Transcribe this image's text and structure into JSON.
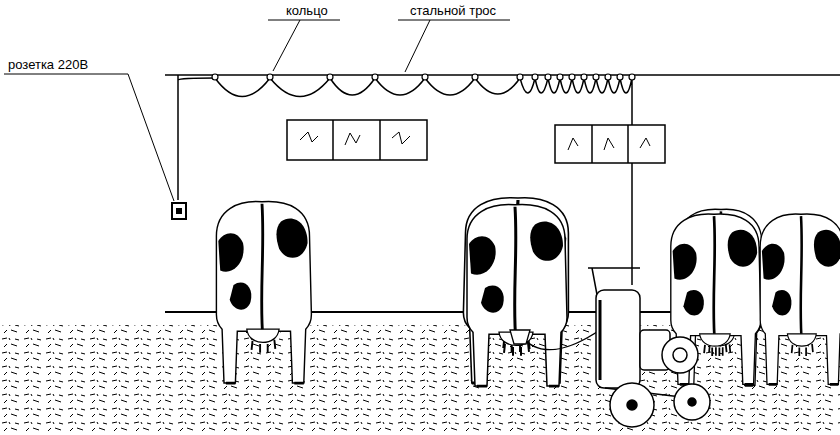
{
  "diagram": {
    "labels": [
      "кольцо",
      "стальной трос",
      "розетка 220В"
    ]
  }
}
